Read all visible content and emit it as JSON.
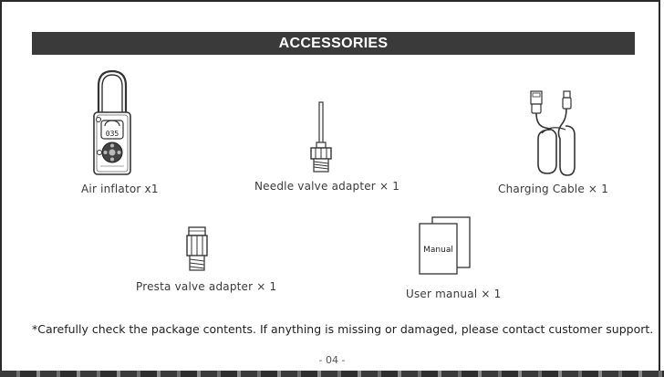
{
  "header": {
    "title": "ACCESSORIES"
  },
  "items": {
    "air_inflator": {
      "label": "Air inflator x1",
      "display_value": "035"
    },
    "needle_valve": {
      "label": "Needle  valve  adapter × 1"
    },
    "charging_cable": {
      "label": "Charging Cable × 1"
    },
    "presta_valve": {
      "label": "Presta  valve   adapter × 1"
    },
    "user_manual": {
      "label": "User manual  × 1",
      "cover_text": "Manual"
    }
  },
  "footer": {
    "note": "*Carefully check the package contents. If anything is missing or damaged, please contact customer support.",
    "page_number": "- 04 -"
  }
}
